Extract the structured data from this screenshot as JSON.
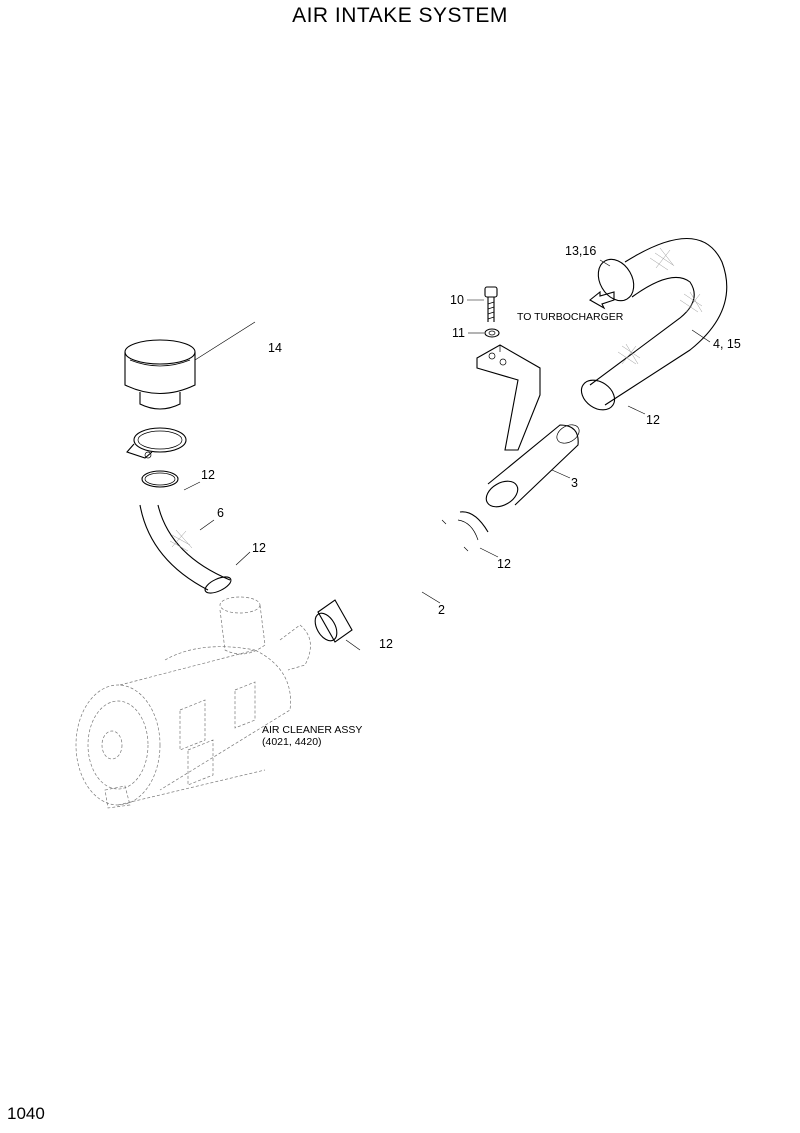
{
  "title": "AIR INTAKE SYSTEM",
  "page_number": "1040",
  "callouts": {
    "c14": "14",
    "c12a": "12",
    "c6": "6",
    "c12b": "12",
    "c2": "2",
    "c12c": "12",
    "c12d": "12",
    "c3": "3",
    "c12e": "12",
    "c10": "10",
    "c11": "11",
    "c1316": "13,16",
    "c415": "4, 15"
  },
  "notes": {
    "turbo": "TO TURBOCHARGER",
    "aircleaner": "AIR CLEANER ASSY",
    "aircleaner_codes": "(4021, 4420)"
  }
}
